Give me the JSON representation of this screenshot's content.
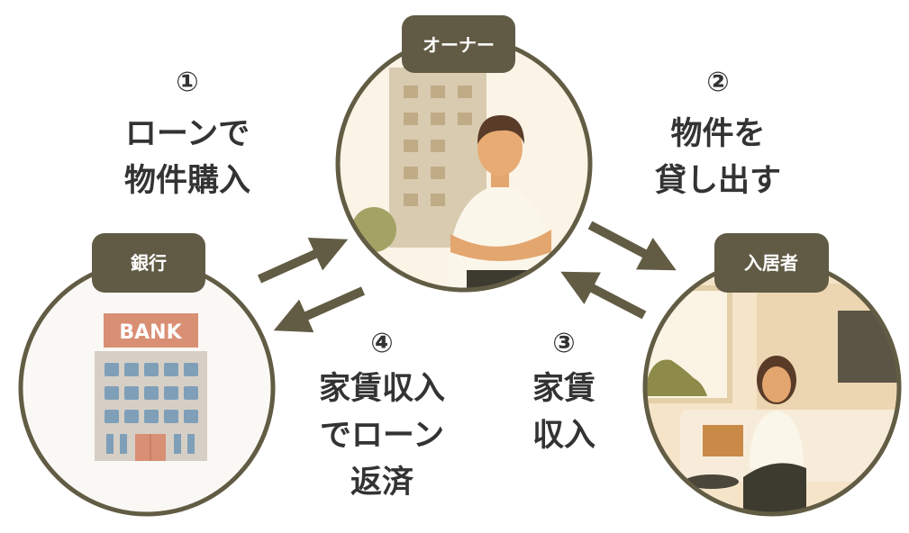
{
  "nodes": {
    "owner": {
      "label": "オーナー"
    },
    "bank": {
      "label": "銀行",
      "sign": "BANK"
    },
    "tenant": {
      "label": "入居者"
    }
  },
  "steps": [
    {
      "num": "①",
      "lines": [
        "ローンで",
        "物件購入"
      ]
    },
    {
      "num": "②",
      "lines": [
        "物件を",
        "貸し出す"
      ]
    },
    {
      "num": "③",
      "lines": [
        "家賃",
        "収入"
      ]
    },
    {
      "num": "④",
      "lines": [
        "家賃収入",
        "でローン",
        "返済"
      ]
    }
  ],
  "colors": {
    "frame": "#625c44",
    "text": "#333333",
    "bank_sign": "#d98f73",
    "window": "#7f9fb8"
  }
}
